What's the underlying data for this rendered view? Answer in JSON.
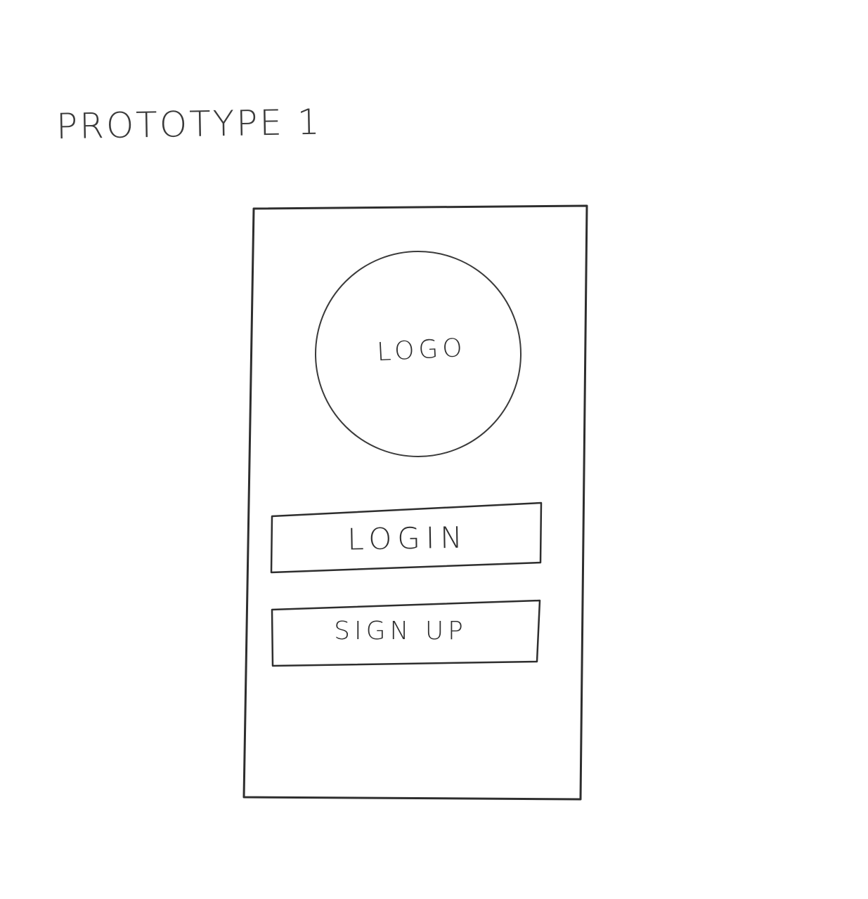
{
  "title": "PROTOTYPE 1",
  "screen": {
    "logo_label": "LOGO",
    "login_label": "LOGIN",
    "signup_label": "SIGN UP"
  },
  "colors": {
    "ink": "#2e2e2e",
    "paper": "#ffffff"
  }
}
